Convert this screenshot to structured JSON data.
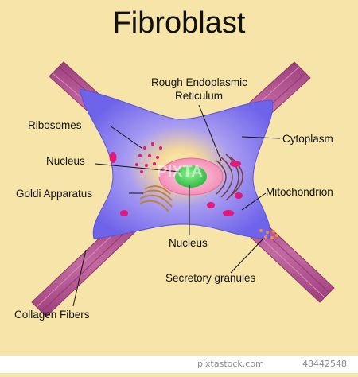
{
  "title": "Fibroblast",
  "labels": {
    "rough_er_line1": "Rough Endoplasmic",
    "rough_er_line2": "Reticulum",
    "ribosomes": "Ribosomes",
    "cytoplasm": "Cytoplasm",
    "nucleus_left": "Nucleus",
    "goldi": "Goldi Apparatus",
    "mitochondrion": "Mitochondrion",
    "nucleus_bottom": "Nucleus",
    "secretory": "Secretory granules",
    "collagen": "Collagen Fibers"
  },
  "watermark": {
    "center": "PIXTA",
    "footer_brand": "pixtastock.com",
    "footer_id": "48442548"
  },
  "colors": {
    "background": "#f7e4a9",
    "cytoplasm": "#7b74ee",
    "collagen": "#b44f8f",
    "nucleus_outer": "#f59fc0",
    "nucleolus": "#3ecf53",
    "organelle": "#e0197a"
  }
}
